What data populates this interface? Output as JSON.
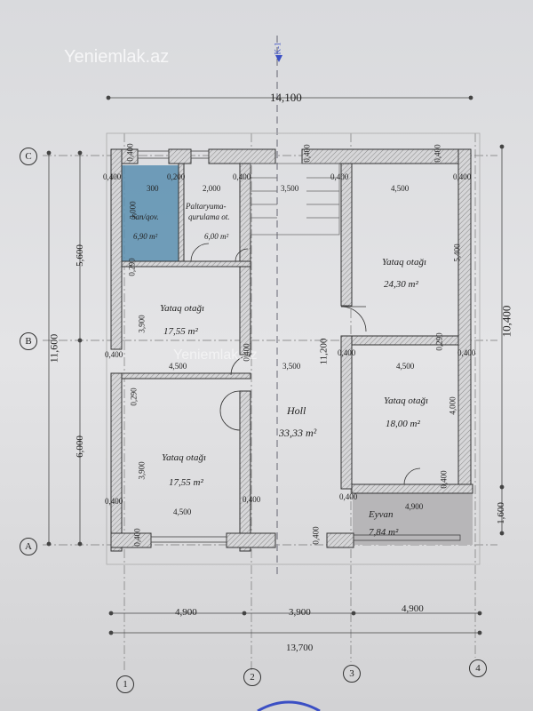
{
  "watermark": "Yeniemlak.az",
  "section_marker": "K-1",
  "axes": {
    "top_letter": "C",
    "mid_letter": "B",
    "bottom_letter": "A",
    "n1": "1",
    "n2": "2",
    "n3": "3",
    "n4": "4"
  },
  "dims": {
    "top_total": "14,100",
    "bottom_total": "13,700",
    "bottom_4900_a": "4,900",
    "bottom_3900": "3,900",
    "bottom_4900_b": "4,900",
    "left_total": "11,600",
    "left_5600": "5,600",
    "left_6000": "6,000",
    "right_total": "10,400",
    "right_1600": "1,600",
    "center_11200": "11,200",
    "w0400": "0,400",
    "w0200": "0,200",
    "w0290": "0,290",
    "d300": "300",
    "d2000": "2,000",
    "d3500": "3,500",
    "d4500": "4,500",
    "d3900": "3,900",
    "d5400": "5,400",
    "d4000": "4,000",
    "d4900": "4,900",
    "d3000": "3,000"
  },
  "rooms": {
    "bath_label": "San/qov.",
    "bath_area": "6,90 m²",
    "dress_label": "Paltaryuma-",
    "dress_label2": "qurulama ot.",
    "dress_area": "6,00 m²",
    "bed_tl_label": "Yataq otağı",
    "bed_tl_area": "17,55 m²",
    "bed_bl_label": "Yataq otağı",
    "bed_bl_area": "17,55 m²",
    "bed_tr_label": "Yataq otağı",
    "bed_tr_area": "24,30 m²",
    "bed_br_label": "Yataq otağı",
    "bed_br_area": "18,00 m²",
    "hall_label": "Holl",
    "hall_area": "33,33 m²",
    "balcony_label": "Eyvan",
    "balcony_area": "7,84 m²"
  },
  "colors": {
    "bath_fill": "#5b8fb0",
    "wall_hatch": "#b9b9bb",
    "balcony_fill": "#b7b6b8"
  }
}
